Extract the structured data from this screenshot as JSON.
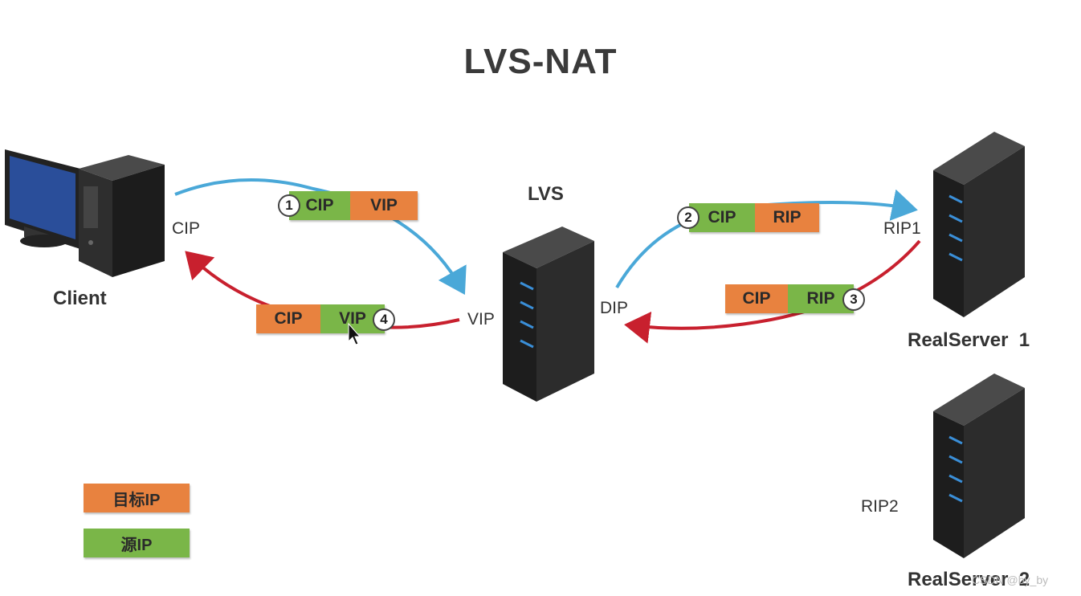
{
  "title": "LVS-NAT",
  "nodes": {
    "client": "Client",
    "lvs": "LVS",
    "rs1": "RealServer  1",
    "rs2": "RealServer  2"
  },
  "ip_labels": {
    "cip": "CIP",
    "vip": "VIP",
    "dip": "DIP",
    "rip1": "RIP1",
    "rip2": "RIP2"
  },
  "packets": [
    {
      "step": "1",
      "src": "CIP",
      "dst": "VIP"
    },
    {
      "step": "2",
      "src": "CIP",
      "dst": "RIP"
    },
    {
      "step": "3",
      "src": "RIP",
      "dst": "CIP"
    },
    {
      "step": "4",
      "src": "VIP",
      "dst": "CIP"
    }
  ],
  "legend": {
    "dest_ip": "目标IP",
    "src_ip": "源IP"
  },
  "colors": {
    "request_arrow": "#4aa8d8",
    "response_arrow": "#c8202e",
    "dest_ip": "#e8823f",
    "src_ip": "#7ab648"
  },
  "watermark": "CSDN @by_by"
}
